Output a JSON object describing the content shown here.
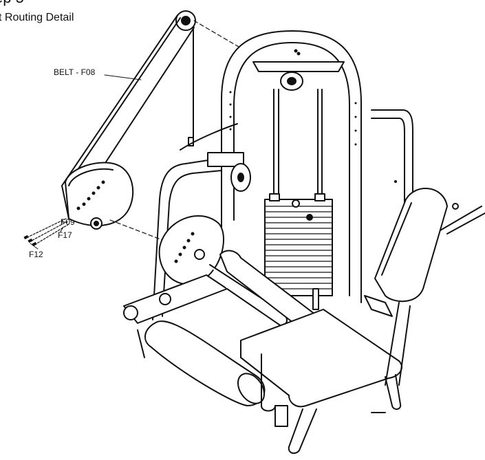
{
  "header": {
    "title": "ep 5",
    "subtitle": "t Routing Detail"
  },
  "callouts": {
    "belt": "BELT - F08",
    "f09": "F09",
    "f17": "F17",
    "f12": "F12"
  }
}
